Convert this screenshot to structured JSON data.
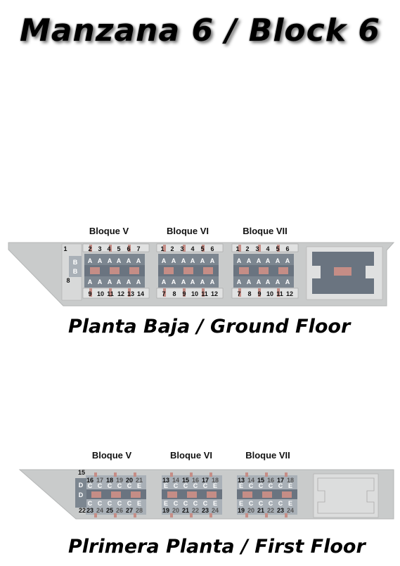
{
  "title": "Manzana 6 / Block 6",
  "floors": [
    {
      "id": "ground",
      "caption": "Planta Baja / Ground Floor",
      "blocks": [
        {
          "label": "Bloque V",
          "top_numbers": [
            "1",
            "2",
            "3",
            "4",
            "5",
            "6",
            "7"
          ],
          "left_units": [
            "B",
            "B",
            "8"
          ],
          "unit_letter": "A",
          "bottom_numbers": [
            "9",
            "10",
            "11",
            "12",
            "13",
            "14"
          ]
        },
        {
          "label": "Bloque VI",
          "top_numbers": [
            "1",
            "2",
            "3",
            "4",
            "5",
            "6"
          ],
          "unit_letter": "A",
          "bottom_numbers": [
            "7",
            "8",
            "9",
            "10",
            "11",
            "12"
          ]
        },
        {
          "label": "Bloque VII",
          "top_numbers": [
            "1",
            "2",
            "3",
            "4",
            "5",
            "6"
          ],
          "unit_letter": "A",
          "bottom_numbers": [
            "7",
            "8",
            "9",
            "10",
            "11",
            "12"
          ]
        }
      ]
    },
    {
      "id": "first",
      "caption": "Plrimera Planta / First Floor",
      "blocks": [
        {
          "label": "Bloque V",
          "top_numbers": [
            "16",
            "17",
            "18",
            "19",
            "20",
            "21"
          ],
          "left_units": [
            "15",
            "D",
            "D",
            "22"
          ],
          "unit_letters": [
            "C",
            "C",
            "C",
            "C",
            "C",
            "E"
          ],
          "bottom_numbers": [
            "23",
            "24",
            "25",
            "26",
            "27",
            "28"
          ]
        },
        {
          "label": "Bloque VI",
          "top_numbers": [
            "13",
            "14",
            "15",
            "16",
            "17",
            "18"
          ],
          "unit_letters": [
            "E",
            "C",
            "C",
            "C",
            "C",
            "E"
          ],
          "bottom_numbers": [
            "19",
            "20",
            "21",
            "22",
            "23",
            "24"
          ]
        },
        {
          "label": "Bloque VII",
          "top_numbers": [
            "13",
            "14",
            "15",
            "16",
            "17",
            "18"
          ],
          "unit_letters": [
            "E",
            "C",
            "C",
            "C",
            "C",
            "E"
          ],
          "bottom_numbers": [
            "19",
            "20",
            "21",
            "22",
            "23",
            "24"
          ]
        }
      ]
    }
  ],
  "colors": {
    "slab": "#c9cbcb",
    "slab_edge": "#b4b6b6",
    "unit": "#7c8690",
    "unit_light": "#a9b0b7",
    "stair": "#c58d86",
    "core": "#6a7480",
    "text_light": "#ffffff",
    "text_dark": "#111111"
  }
}
